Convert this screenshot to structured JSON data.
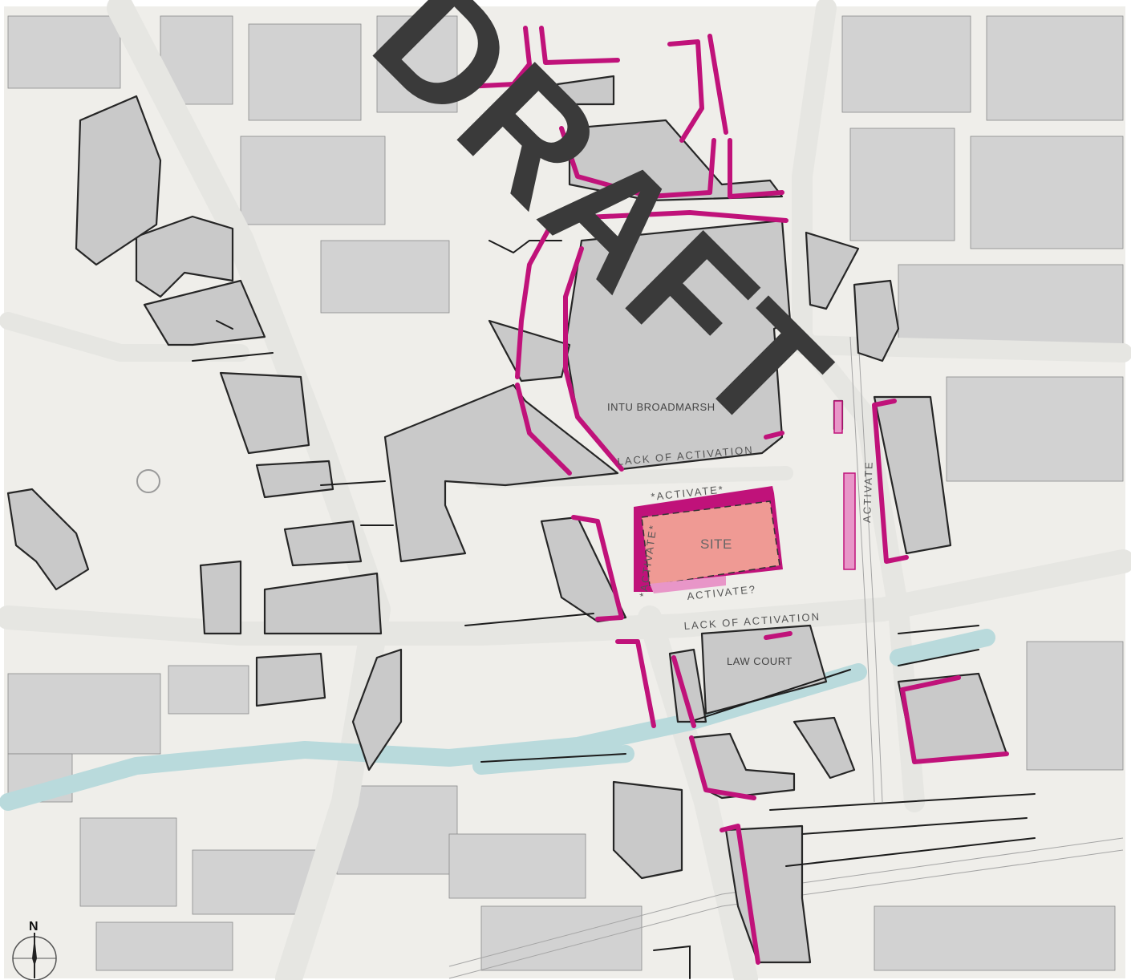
{
  "watermark": "DRAFT",
  "labels": {
    "intu": "INTU BROADMARSH",
    "lack_north": "LACK OF ACTIVATION",
    "activate_top": "*ACTIVATE*",
    "activate_left": "*ACTIVATE*",
    "activate_right": "ACTIVATE",
    "activate_bottom": "ACTIVATE?",
    "site": "SITE",
    "lack_south": "LACK OF ACTIVATION",
    "law_court": "LAW COURT"
  },
  "compass": {
    "north": "N"
  },
  "colors": {
    "frontage": "#c0127a",
    "site_fill": "#ef9a94",
    "building": "#c9c9c9",
    "water": "#b9dadc",
    "ground": "#efeeea"
  }
}
